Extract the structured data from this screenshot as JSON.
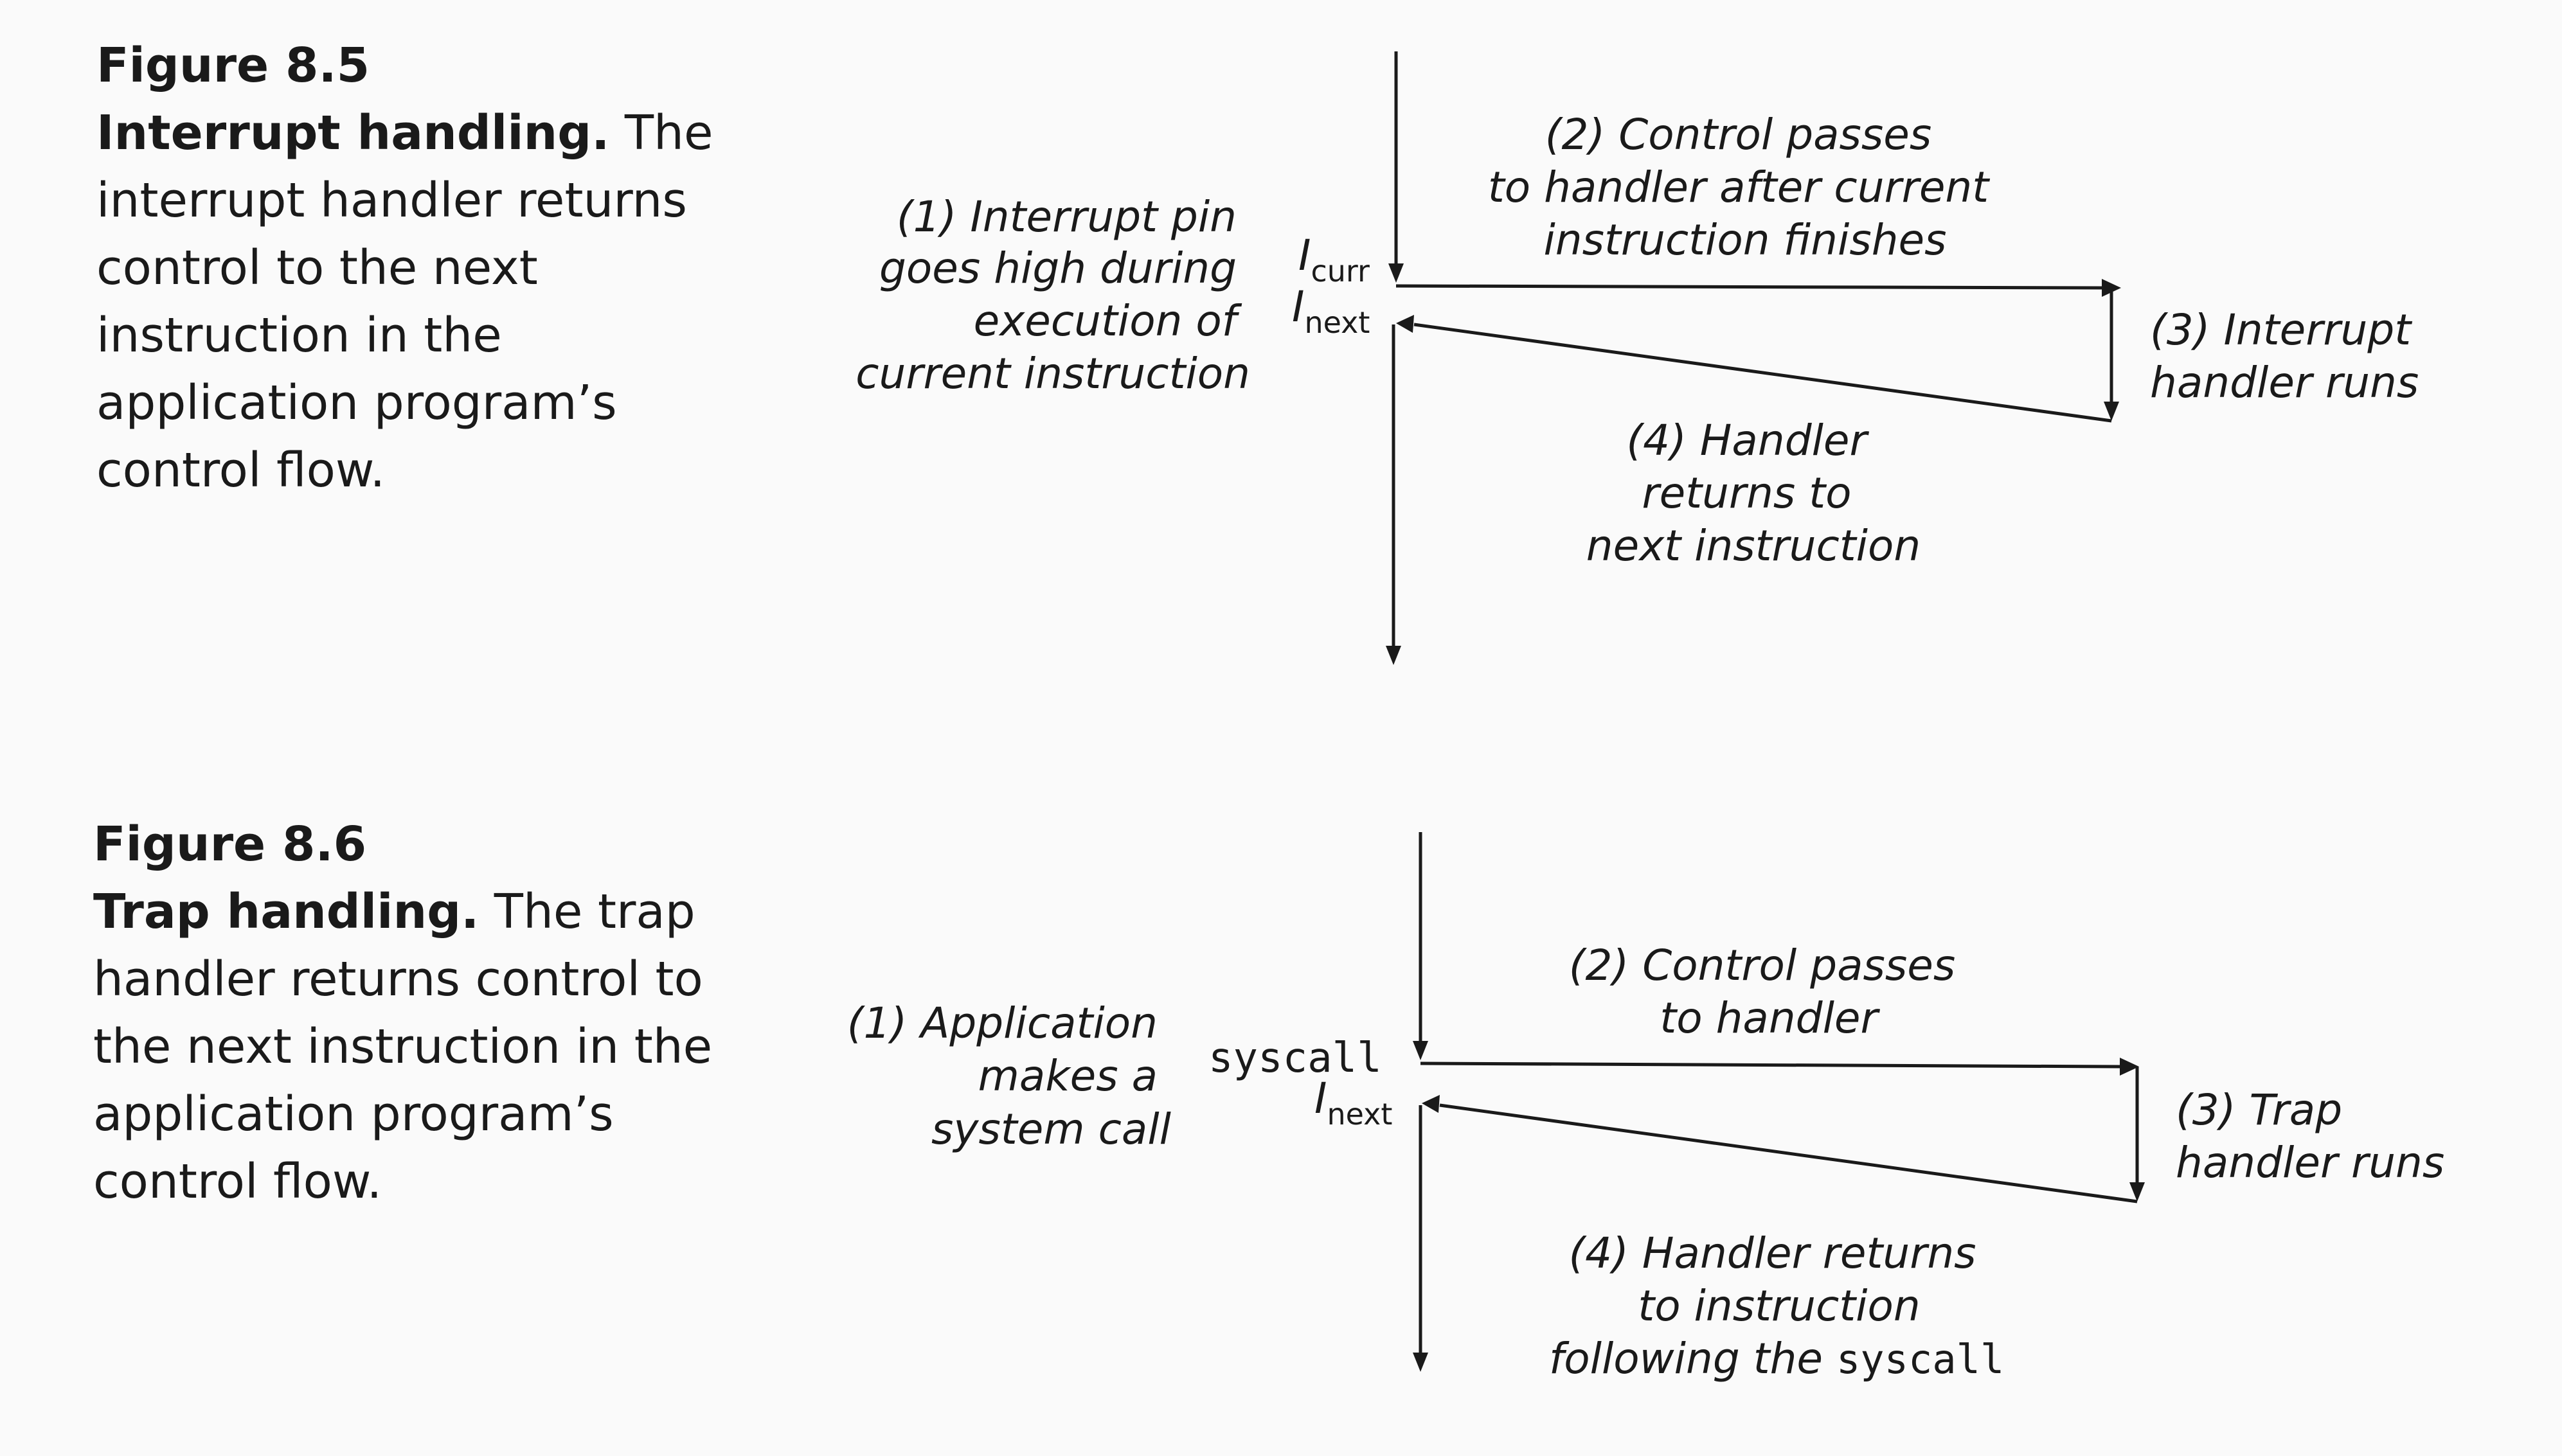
{
  "figure_8_5": {
    "number": "Figure 8.5",
    "title": "Interrupt handling.",
    "caption": " The interrupt handler returns control to the next instruction in the application program’s control flow.",
    "step1": [
      "(1) Interrupt pin",
      "goes high during",
      "execution of",
      "current instruction"
    ],
    "step2": [
      "(2) Control passes",
      "to handler after current",
      "instruction finishes"
    ],
    "step3": [
      "(3) Interrupt",
      "handler runs"
    ],
    "step4": [
      "(4) Handler",
      "returns to",
      "next instruction"
    ],
    "label_curr": {
      "main": "I",
      "sub": "curr"
    },
    "label_next": {
      "main": "I",
      "sub": "next"
    }
  },
  "figure_8_6": {
    "number": "Figure 8.6",
    "title": "Trap handling.",
    "caption": " The trap handler returns control to the next instruction in the application program’s control flow.",
    "step1": [
      "(1) Application",
      "makes a",
      "system call"
    ],
    "step2": [
      "(2) Control passes",
      "to handler"
    ],
    "step3": [
      "(3) Trap",
      "handler runs"
    ],
    "step4": [
      "(4) Handler returns",
      "to instruction"
    ],
    "step4_last_prefix": "following the ",
    "step4_last_code": "syscall",
    "label_syscall": "syscall",
    "label_next": {
      "main": "I",
      "sub": "next"
    }
  }
}
